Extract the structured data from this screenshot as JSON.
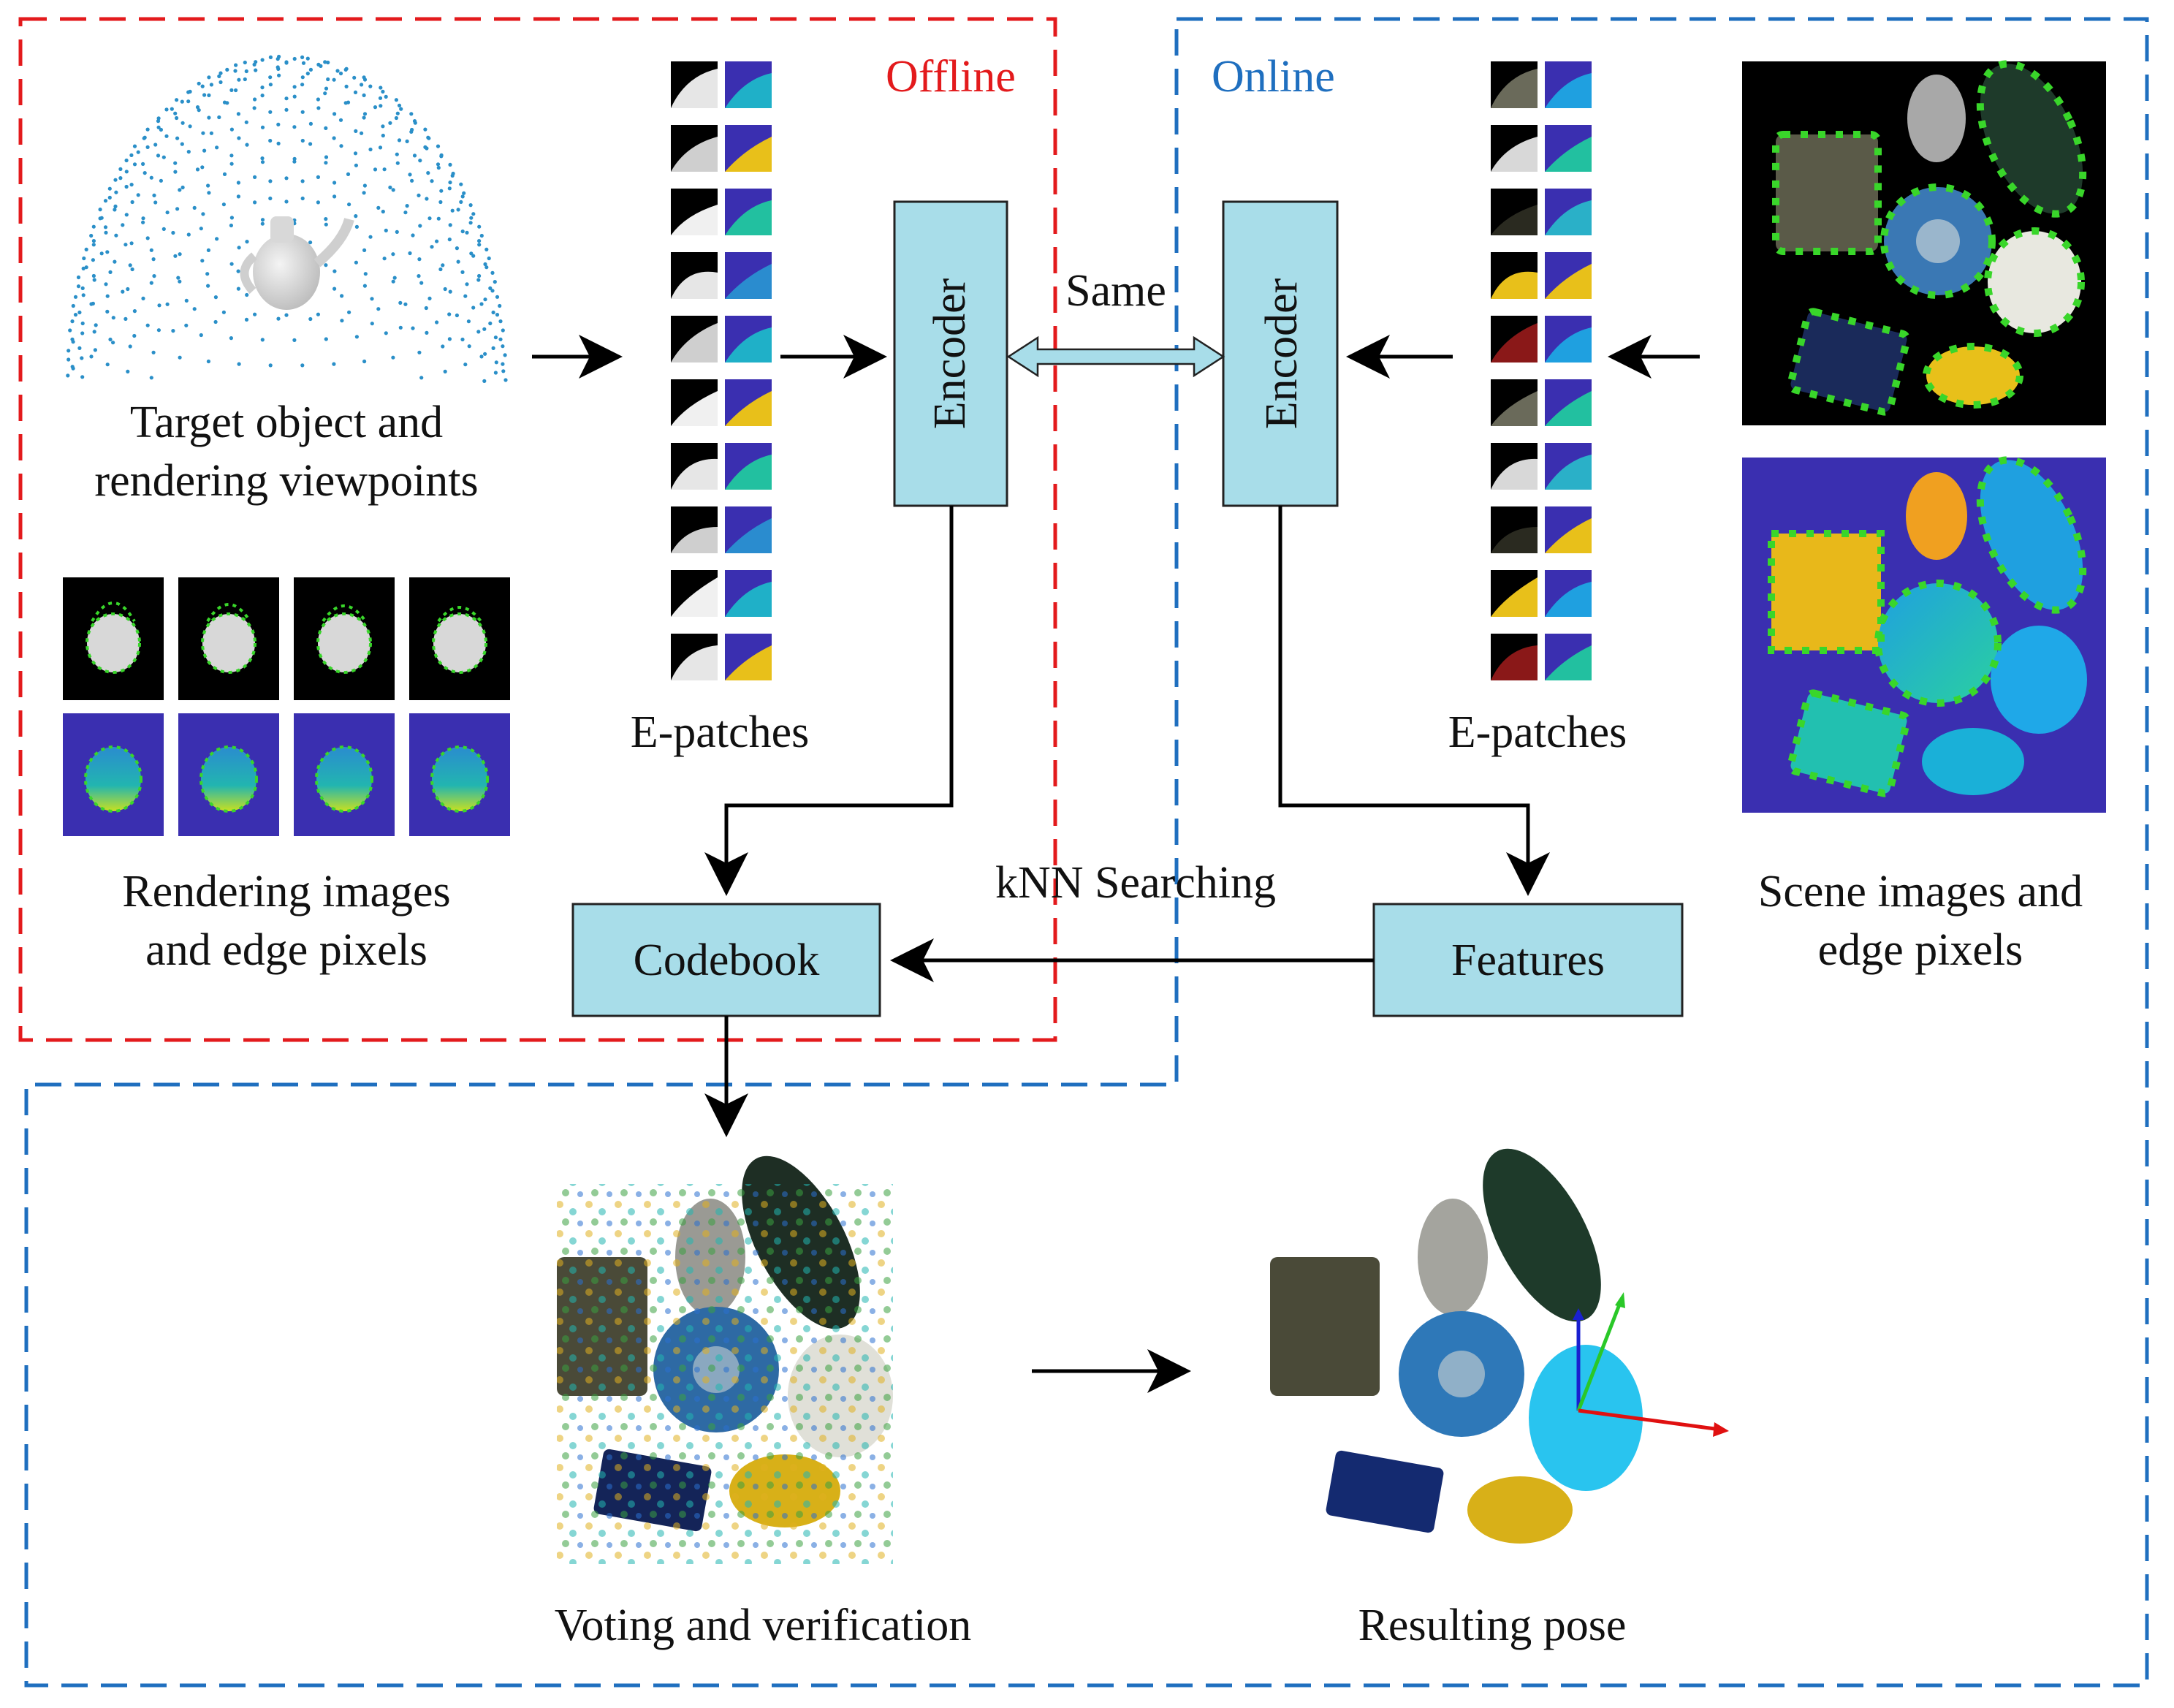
{
  "regions": {
    "offline_title": "Offline",
    "online_title": "Online"
  },
  "labels": {
    "target_object_line1": "Target object and",
    "target_object_line2": "rendering viewpoints",
    "rendering_images_line1": "Rendering images",
    "rendering_images_line2": "and edge pixels",
    "epatches_offline": "E-patches",
    "epatches_online": "E-patches",
    "same": "Same",
    "knn": "kNN Searching",
    "scene_images_line1": "Scene images and",
    "scene_images_line2": "edge pixels",
    "voting": "Voting and verification",
    "resulting_pose": "Resulting pose"
  },
  "boxes": {
    "encoder_offline": "Encoder",
    "encoder_online": "Encoder",
    "codebook": "Codebook",
    "features": "Features"
  },
  "colors": {
    "offline_border": "#e31a1c",
    "online_border": "#1f6fbf",
    "box_fill": "#a8dde9",
    "box_stroke": "#222222",
    "edge_green": "#39d62a",
    "depth_bg": "#3a2fb0"
  }
}
